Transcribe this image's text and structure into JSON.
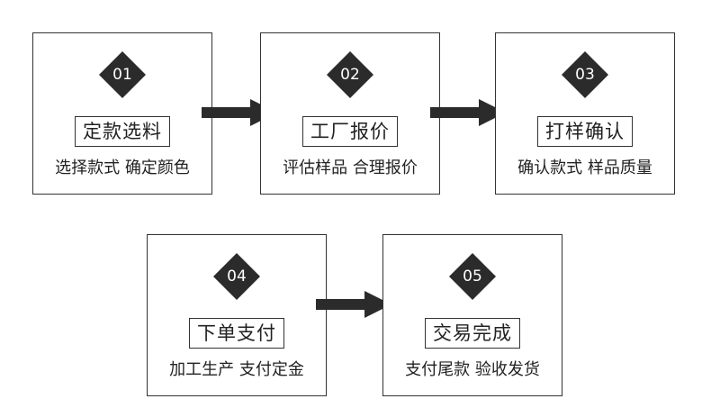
{
  "colors": {
    "border": "#333333",
    "badge": "#2b2b2b",
    "arrow": "#2b2b2b",
    "text": "#222222"
  },
  "steps": [
    {
      "number": "01",
      "title": "定款选料",
      "subtitle": "选择款式 确定颜色"
    },
    {
      "number": "02",
      "title": "工厂报价",
      "subtitle": "评估样品 合理报价"
    },
    {
      "number": "03",
      "title": "打样确认",
      "subtitle": "确认款式 样品质量"
    },
    {
      "number": "04",
      "title": "下单支付",
      "subtitle": "加工生产 支付定金"
    },
    {
      "number": "05",
      "title": "交易完成",
      "subtitle": "支付尾款 验收发货"
    }
  ]
}
